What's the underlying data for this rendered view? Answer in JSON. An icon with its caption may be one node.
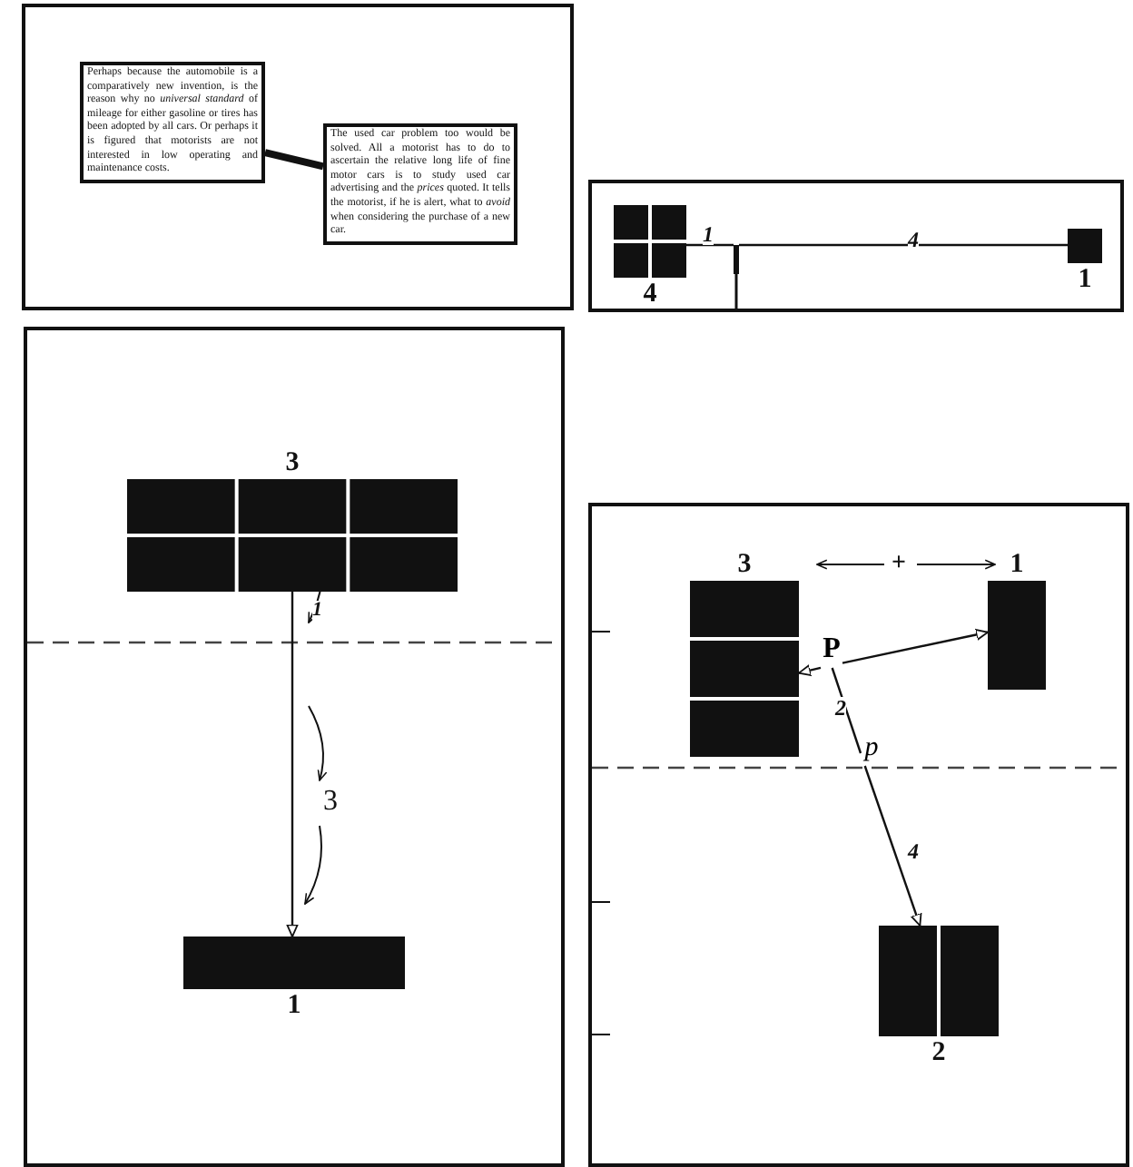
{
  "diagram": {
    "nodes": [
      {
        "text": [
          "Perhaps because the automobile is a comparatively new invention, is the reason why no *universal standard* of mileage for either gasoline or tires has been adopted by all cars. Or perhaps it is figured that motorists are not interested in low operating and maintenance costs."
        ]
      },
      {
        "text": [
          "The used car problem too would be solved. All a motorist has to do to ascertain the relative long life of fine motor cars is to study used car advertising and the *prices* quoted. It tells the motorist, if he is alert, what to *avoid* when considering the purchase of a new car."
        ]
      },
      {
        "text": [
          "4"
        ]
      },
      {
        "text": [],
        "shape": "bar"
      },
      {
        "text": [
          "1"
        ]
      },
      {
        "text": [
          "3"
        ]
      },
      {
        "text": [
          "1"
        ]
      },
      {
        "text": [
          "3"
        ]
      },
      {
        "text": [
          "1"
        ]
      },
      {
        "text": [
          "P"
        ]
      },
      {
        "text": [
          "p"
        ]
      },
      {
        "text": [
          "2"
        ]
      }
    ],
    "edges": [
      {
        "from": 0,
        "to": 1,
        "arrow": "none",
        "style": "thick"
      },
      {
        "from": 2,
        "to": 3,
        "arrow": "none",
        "label": "1"
      },
      {
        "from": 3,
        "to": 4,
        "arrow": "none",
        "label": "4"
      },
      {
        "from": 5,
        "to": 6,
        "arrow": "to"
      },
      {
        "from": 9,
        "to": 7,
        "arrow": "to"
      },
      {
        "from": 9,
        "to": 8,
        "arrow": "to"
      },
      {
        "from": 10,
        "to": 9,
        "arrow": "none",
        "label": "2"
      },
      {
        "from": 10,
        "to": 11,
        "arrow": "to",
        "label": "4"
      }
    ],
    "labels": [
      "1",
      "3",
      "+"
    ]
  }
}
